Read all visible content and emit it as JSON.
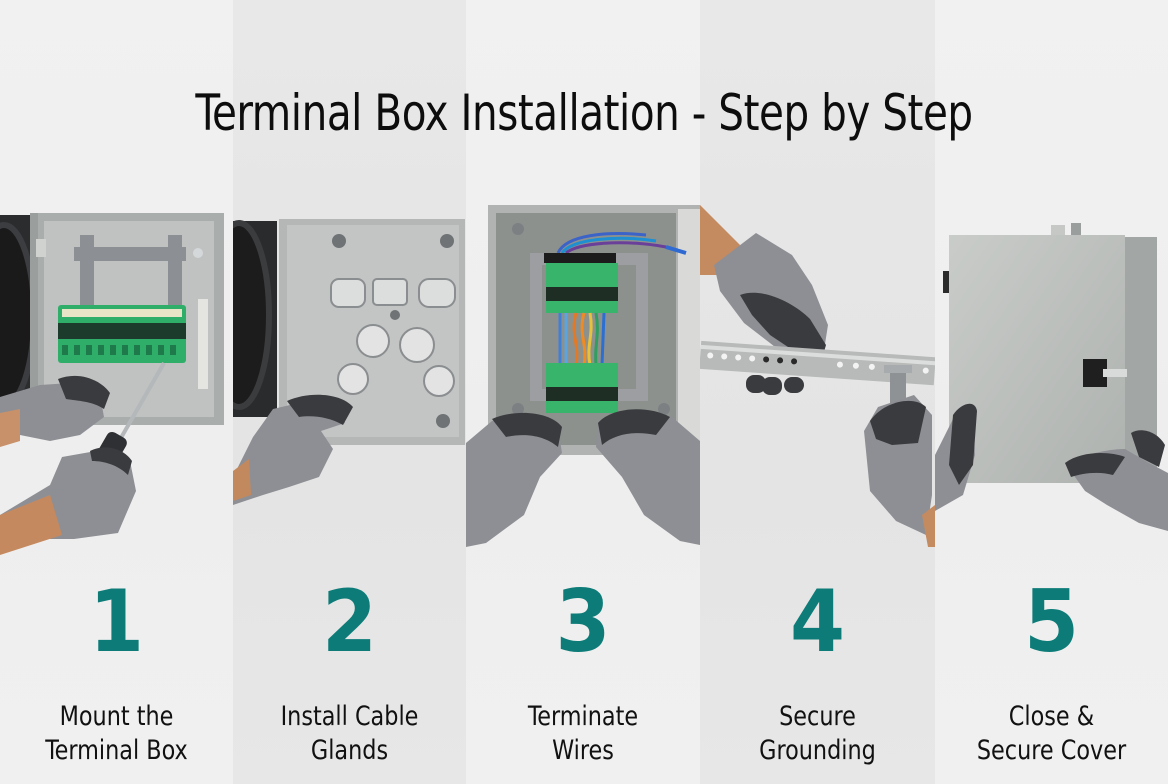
{
  "title": "Terminal Box Installation - Step by Step",
  "colors": {
    "step_number": "#0d7c78",
    "title_text": "#0d0d0d",
    "label_text": "#111111",
    "panel_light": "#f0f0f0",
    "panel_dark": "#e6e6e6",
    "terminal_green": "#2fae6a",
    "enclosure_gray": "#b9bcba",
    "glove_gray": "#8e8f94",
    "glove_dark": "#3a3b3e"
  },
  "steps": [
    {
      "number": "1",
      "label_line1": "Mount the",
      "label_line2": "Terminal Box",
      "illustration": "open-enclosure-with-green-terminal-block-and-screwdriver"
    },
    {
      "number": "2",
      "label_line1": "Install Cable",
      "label_line2": "Glands",
      "illustration": "enclosure-backplate-with-cable-glands"
    },
    {
      "number": "3",
      "label_line1": "Terminate",
      "label_line2": "Wires",
      "illustration": "terminal-blocks-with-colored-wires"
    },
    {
      "number": "4",
      "label_line1": "Secure",
      "label_line2": "Grounding",
      "illustration": "din-rail-with-grounding-clamp"
    },
    {
      "number": "5",
      "label_line1": "Close &",
      "label_line2": "Secure Cover",
      "illustration": "closed-enclosure-with-latch"
    }
  ]
}
